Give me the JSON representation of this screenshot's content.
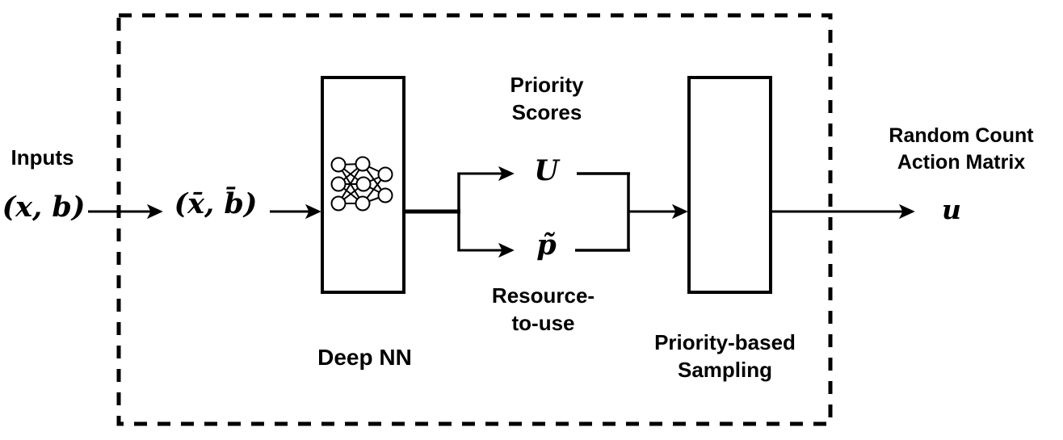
{
  "diagram": {
    "background_color": "#ffffff",
    "line_color": "#000000",
    "labels": {
      "inputs_title": "Inputs",
      "inputs_math": "(x, b)",
      "normalized_math": "(x̄, b̄)",
      "deep_nn_caption": "Deep NN",
      "priority_scores": {
        "line1": "Priority",
        "line2": "Scores"
      },
      "priority_scores_math": "U",
      "resource_to_use": {
        "line1": "Resource-",
        "line2": "to-use"
      },
      "resource_math": "p̃",
      "sampling_caption": {
        "line1": "Priority-based",
        "line2": "Sampling"
      },
      "output_title": {
        "line1": "Random Count",
        "line2": "Action Matrix"
      },
      "output_math": "u"
    }
  }
}
